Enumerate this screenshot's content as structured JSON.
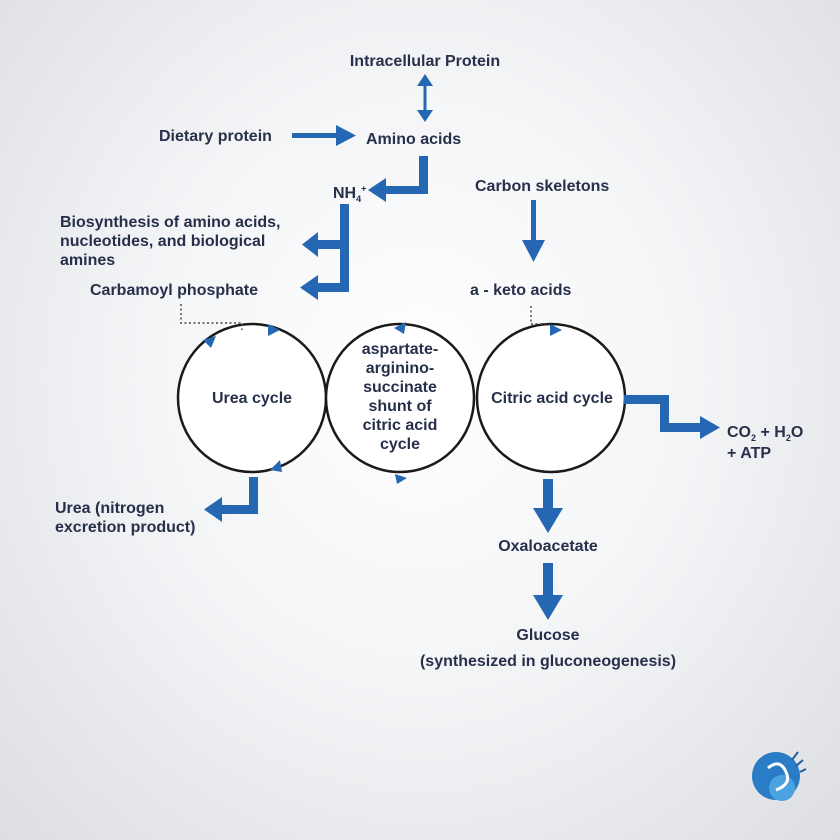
{
  "colors": {
    "arrow": "#2567b3",
    "text": "#27304b",
    "circle": "#1a1a1a",
    "dotted": "#444444"
  },
  "labels": {
    "intracellular_protein": "Intracellular Protein",
    "dietary_protein": "Dietary protein",
    "amino_acids": "Amino acids",
    "nh4_base": "NH",
    "nh4_sup": "+",
    "nh4_sub": "4",
    "carbon_skeletons": "Carbon skeletons",
    "biosynthesis": "Biosynthesis of amino acids, nucleotides, and biological amines",
    "carbamoyl_phosphate": "Carbamoyl phosphate",
    "keto_acids": "a - keto acids",
    "urea_cycle": "Urea cycle",
    "shunt": "aspartate-arginino-succinate shunt of citric acid cycle",
    "citric_acid_cycle": "Citric acid cycle",
    "co2_pre": "CO",
    "co2_sub": "2",
    "co2_plus": " + H",
    "h2o_sub": "2",
    "h2o_o": "O",
    "atp": "+ ATP",
    "urea": "Urea (nitrogen excretion product)",
    "oxaloacetate": "Oxaloacetate",
    "glucose": "Glucose",
    "glucose_note": "(synthesized in gluconeogenesis)"
  },
  "logo": {
    "icon": "dna-s-logo-icon"
  }
}
